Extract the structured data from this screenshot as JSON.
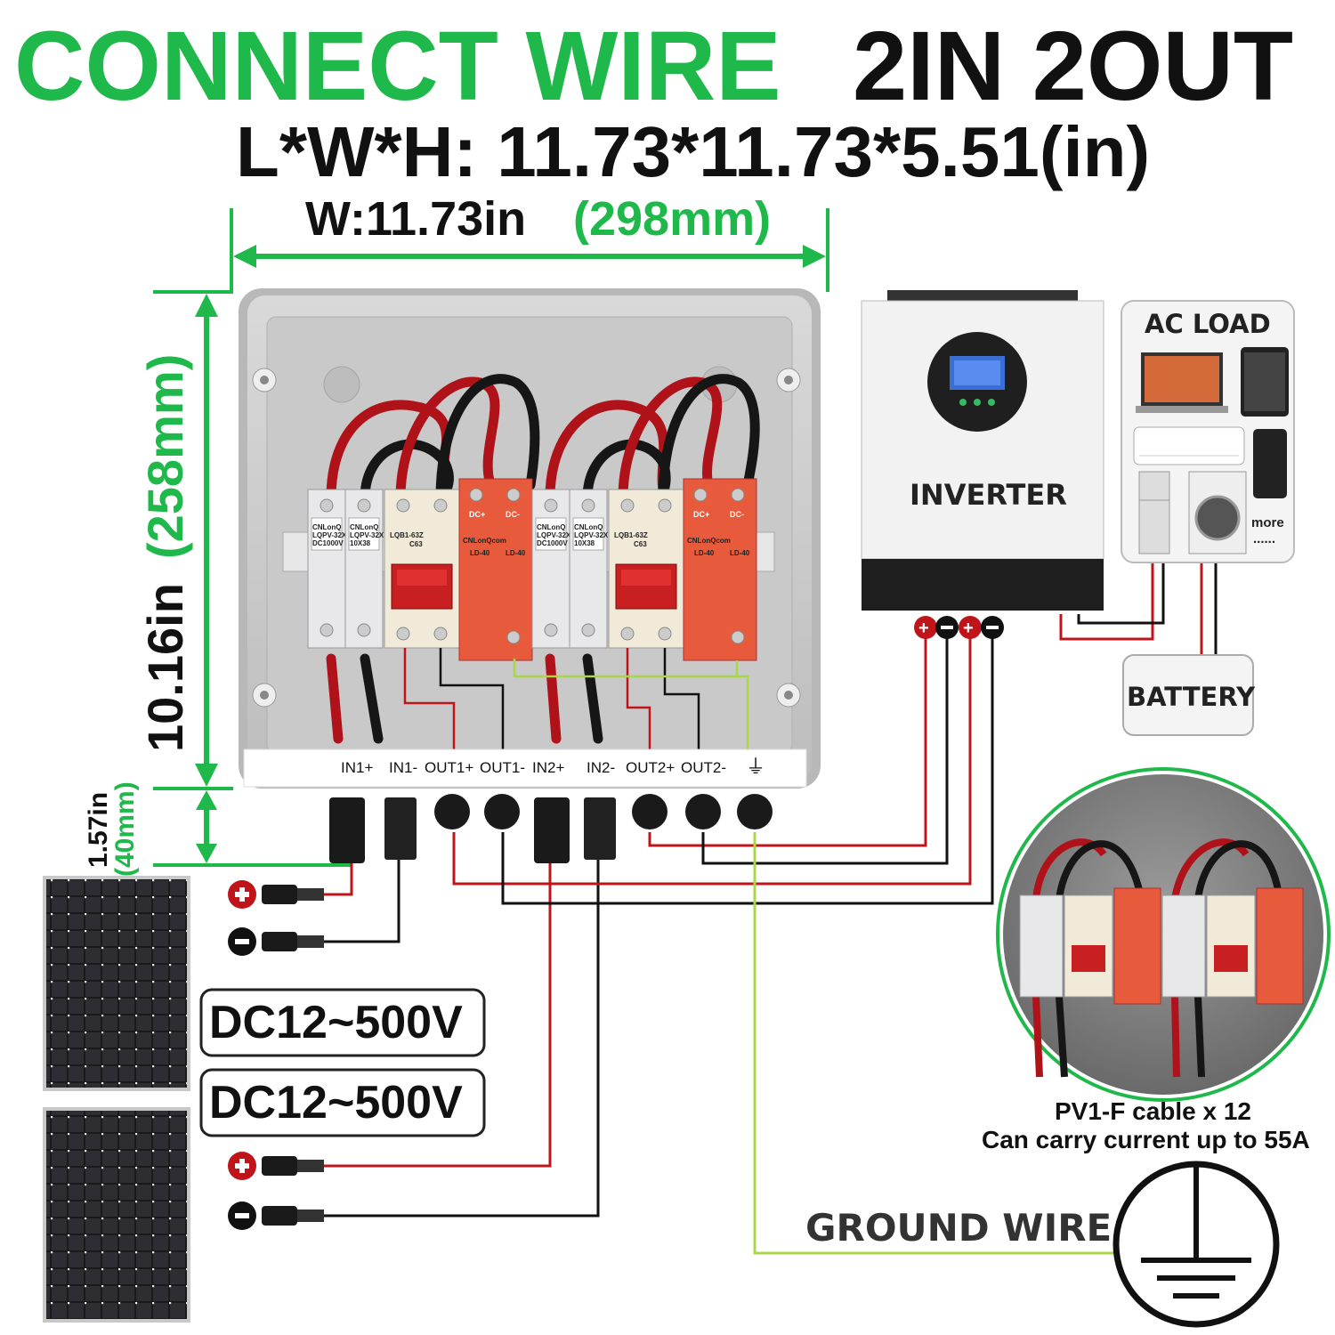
{
  "title": {
    "part1": "CONNECT WIRE",
    "part2": "2IN 2OUT"
  },
  "dimensions": {
    "lwh": "L*W*H: 11.73*11.73*5.51(in)",
    "width_in": "W:11.73in",
    "width_mm": "(298mm)",
    "height_in": "10.16in",
    "height_mm": "(258mm)",
    "depth_in": "1.57in",
    "depth_mm": "(40mm)"
  },
  "modules": {
    "fuse_brand": "CNLonQ",
    "fuse_model": "LQPV-32X",
    "fuse_rating": "DC1000V",
    "fuse_size": "10X38",
    "breaker_model": "LQB1-63Z",
    "breaker_rating": "C63",
    "spd_brand": "CNLonQcom",
    "spd_model": "LD-40",
    "spd_plus": "DC+",
    "spd_minus": "DC-"
  },
  "terminals": [
    "IN1+",
    "IN1-",
    "OUT1+",
    "OUT1-",
    "IN2+",
    "IN2-",
    "OUT2+",
    "OUT2-"
  ],
  "ground_symbol": "⏚",
  "inverter": {
    "label": "INVERTER"
  },
  "ac_load": {
    "label": "AC LOAD",
    "more": "more",
    "dots": "......"
  },
  "battery": {
    "label": "BATTERY"
  },
  "voltage": {
    "input1": "DC12~500V",
    "input2": "DC12~500V"
  },
  "cable_note": {
    "line1": "PV1-F cable x 12",
    "line2": "Can carry current up to 55A"
  },
  "ground_wire": {
    "label": "GROUND WIRE"
  },
  "colors": {
    "accent_green": "#1fb84a",
    "wire_red": "#c0141b",
    "wire_black": "#111111",
    "spd_orange": "#e85a3c",
    "enclosure_grey": "#cfcfcf",
    "ground_yellow_green": "#a8d84a"
  }
}
